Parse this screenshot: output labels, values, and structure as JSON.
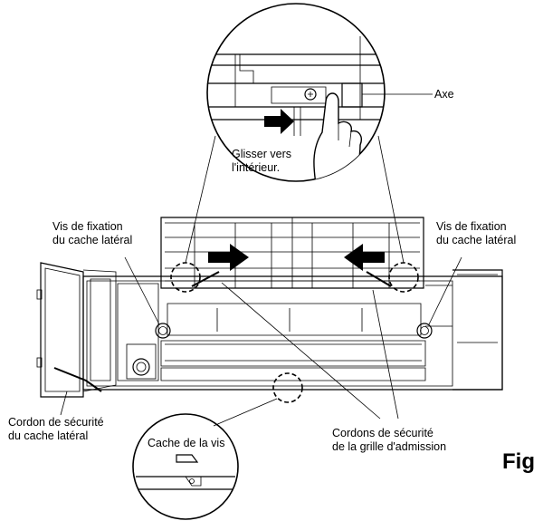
{
  "labels": {
    "axe": "Axe",
    "glisser_1": "Glisser vers",
    "glisser_2": "l'intérieur.",
    "vis_left_1": "Vis de fixation",
    "vis_left_2": "du cache latéral",
    "vis_right_1": "Vis de fixation",
    "vis_right_2": "du cache latéral",
    "cordon_left_1": "Cordon de sécurité",
    "cordon_left_2": "du cache latéral",
    "cache_vis": "Cache de la vis",
    "cordons_1": "Cordons de sécurité",
    "cordons_2": "de la grille d'admission",
    "fig": "Fig"
  }
}
